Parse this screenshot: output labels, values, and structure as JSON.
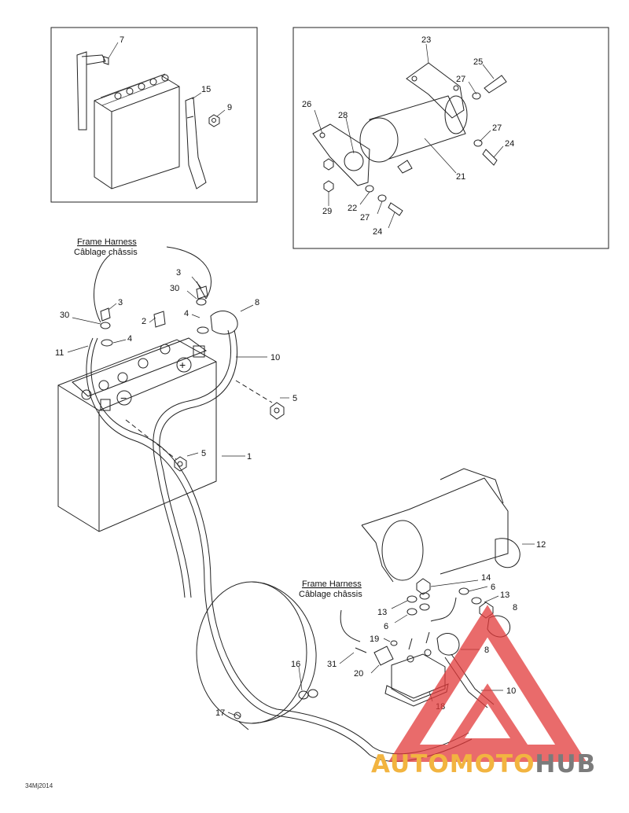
{
  "diagram": {
    "insets": {
      "battery_callouts": [
        "7",
        "15",
        "9"
      ],
      "starter_callouts": [
        "23",
        "25",
        "27",
        "26",
        "28",
        "27",
        "24",
        "21",
        "22",
        "27",
        "24",
        "29"
      ]
    },
    "callouts": [
      "3",
      "30",
      "3",
      "8",
      "2",
      "4",
      "30",
      "4",
      "11",
      "10",
      "5",
      "5",
      "1",
      "12",
      "14",
      "6",
      "13",
      "13",
      "6",
      "8",
      "19",
      "8",
      "31",
      "20",
      "10",
      "16",
      "18",
      "17"
    ],
    "harness_labels": [
      {
        "en": "Frame Harness",
        "fr": "Câblage châssis"
      },
      {
        "en": "Frame Harness",
        "fr": "Câblage châssis"
      }
    ],
    "symbols": {
      "minus": "−",
      "plus": "+"
    },
    "reference_code": "34Mj2014"
  },
  "watermark": {
    "part1": "AUTO",
    "part2": "MOTO",
    "part3": "HUB",
    "color_primary": "#f2b440",
    "color_secondary": "#7b7b7b",
    "triangle_color": "#e23a3a"
  }
}
